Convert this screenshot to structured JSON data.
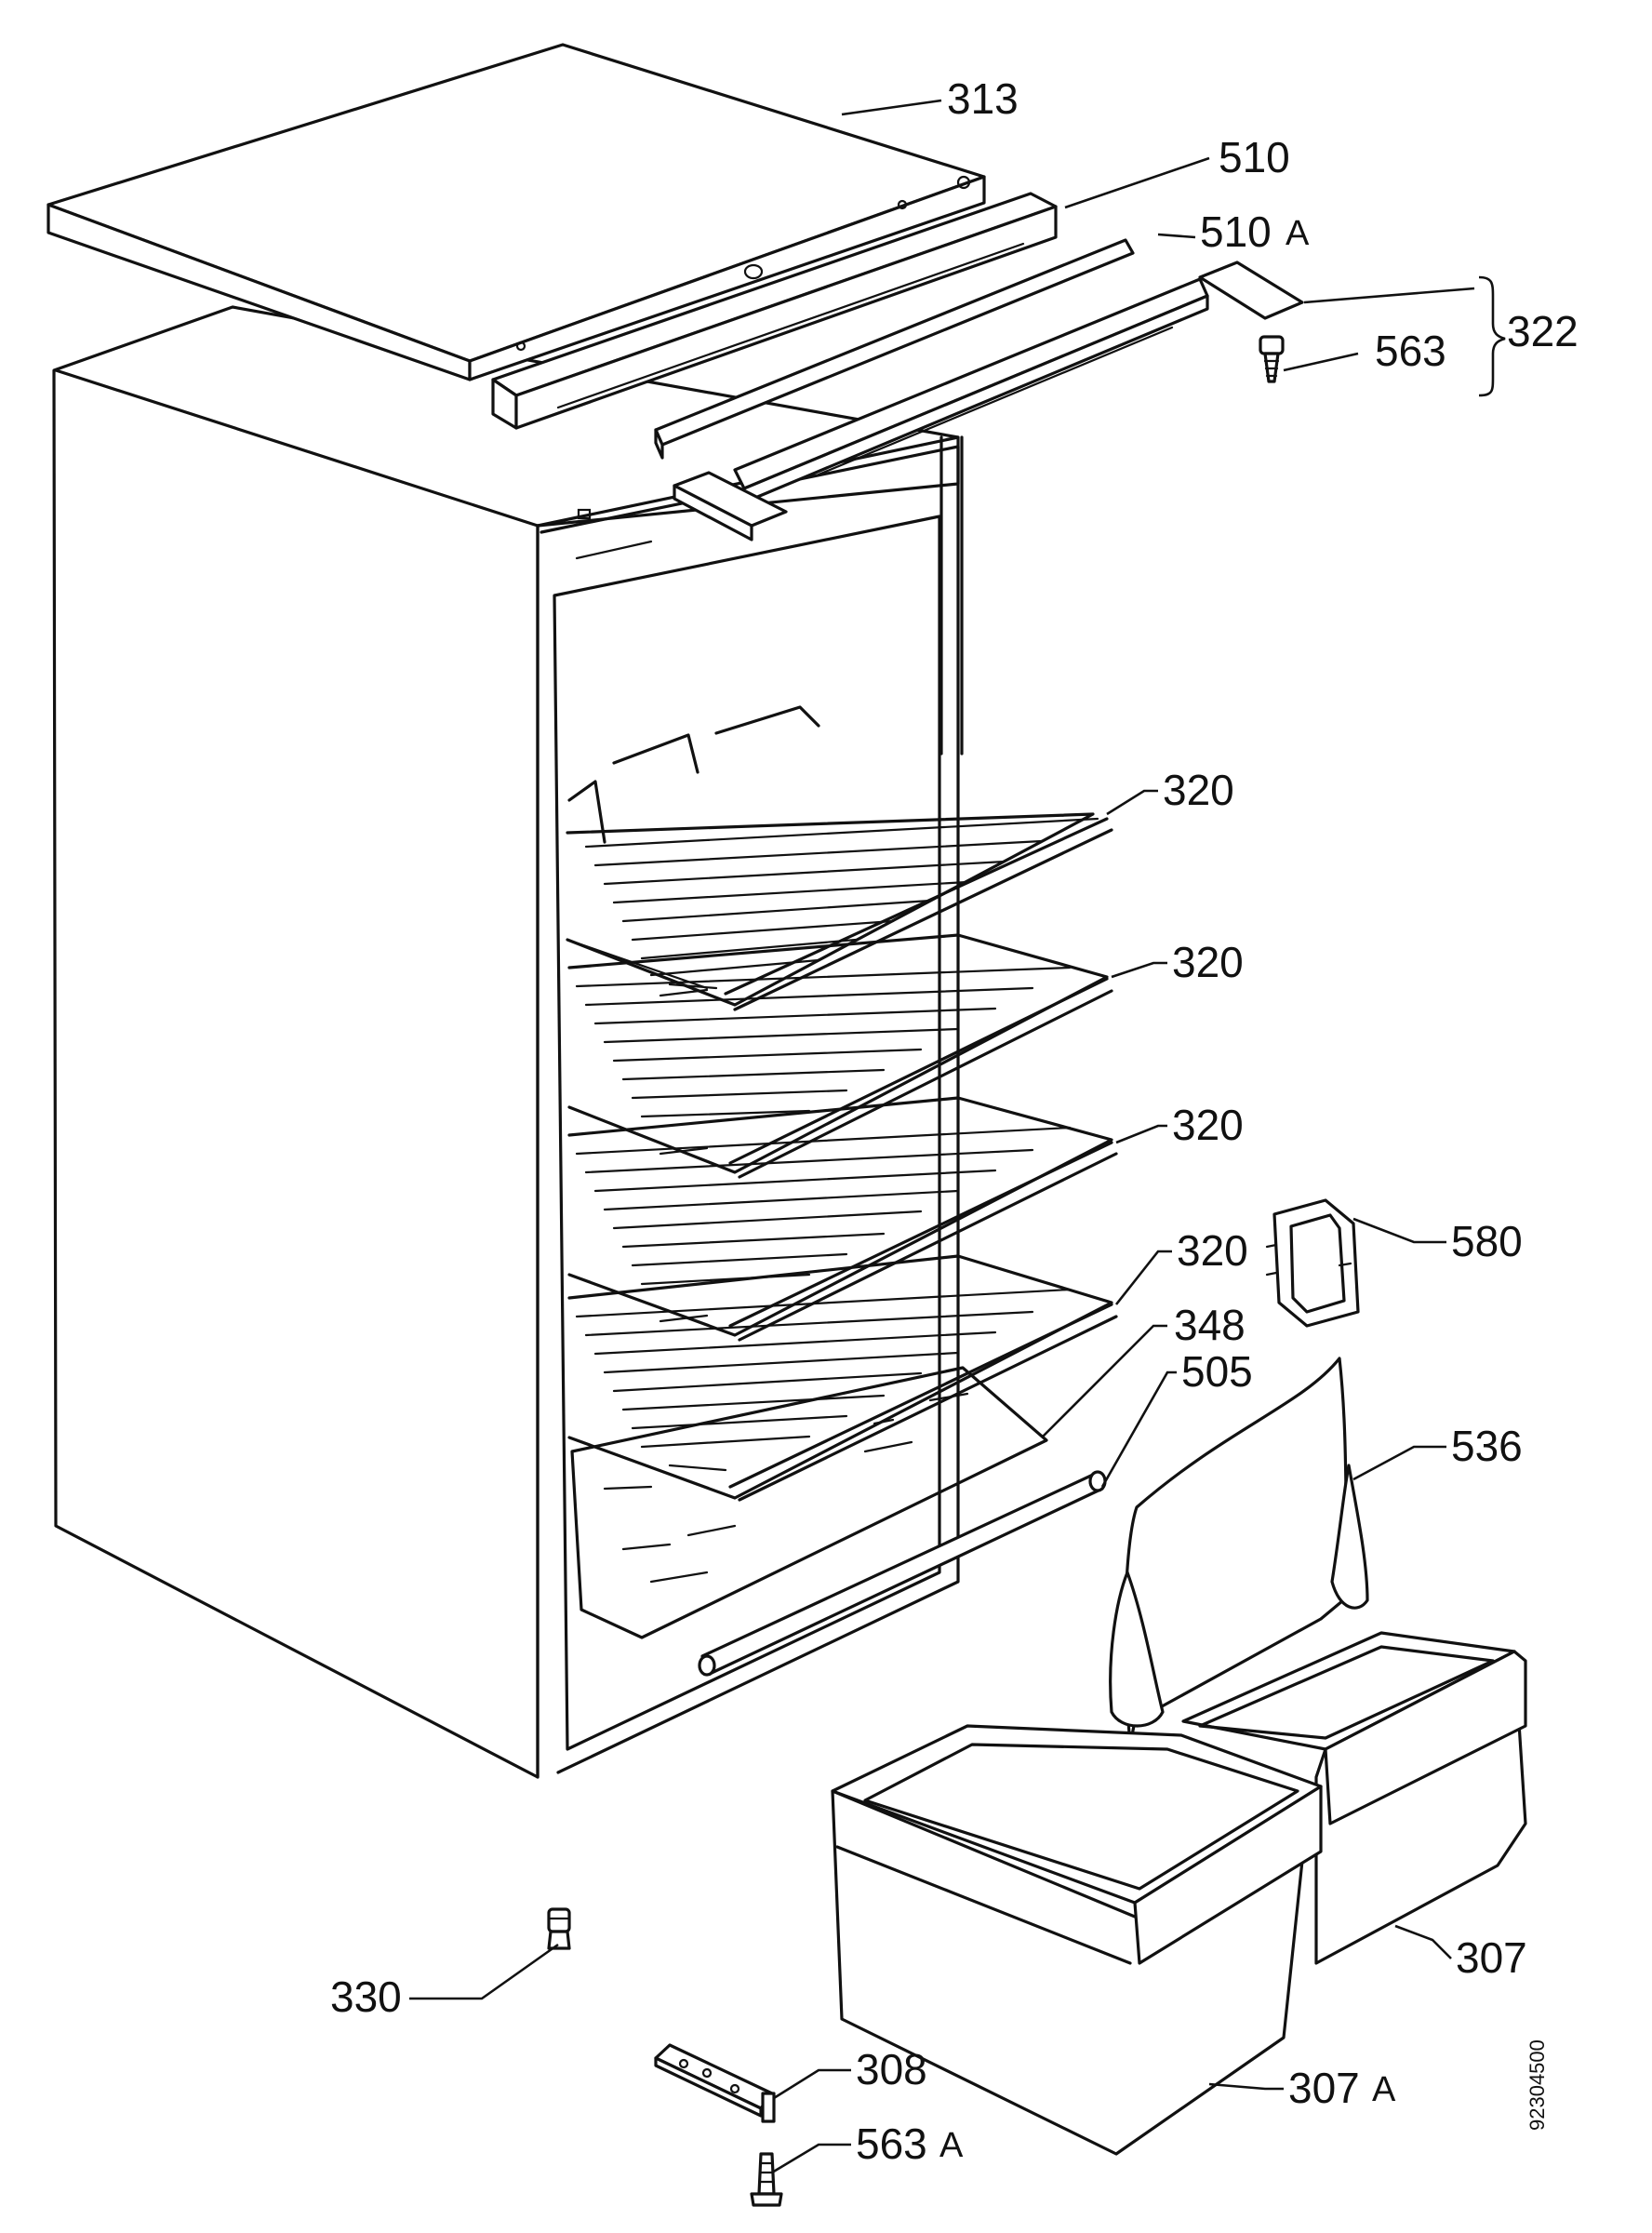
{
  "diagram": {
    "labels": {
      "p313": "313",
      "p510": "510",
      "p510a": "510",
      "p510a_suffix": "A",
      "p322": "322",
      "p563": "563",
      "p320_1": "320",
      "p320_2": "320",
      "p320_3": "320",
      "p320_4": "320",
      "p580": "580",
      "p348": "348",
      "p505": "505",
      "p536": "536",
      "p307": "307",
      "p307a": "307",
      "p307a_suffix": "A",
      "p330": "330",
      "p308": "308",
      "p563a": "563",
      "p563a_suffix": "A"
    },
    "document_number": "92304500"
  }
}
